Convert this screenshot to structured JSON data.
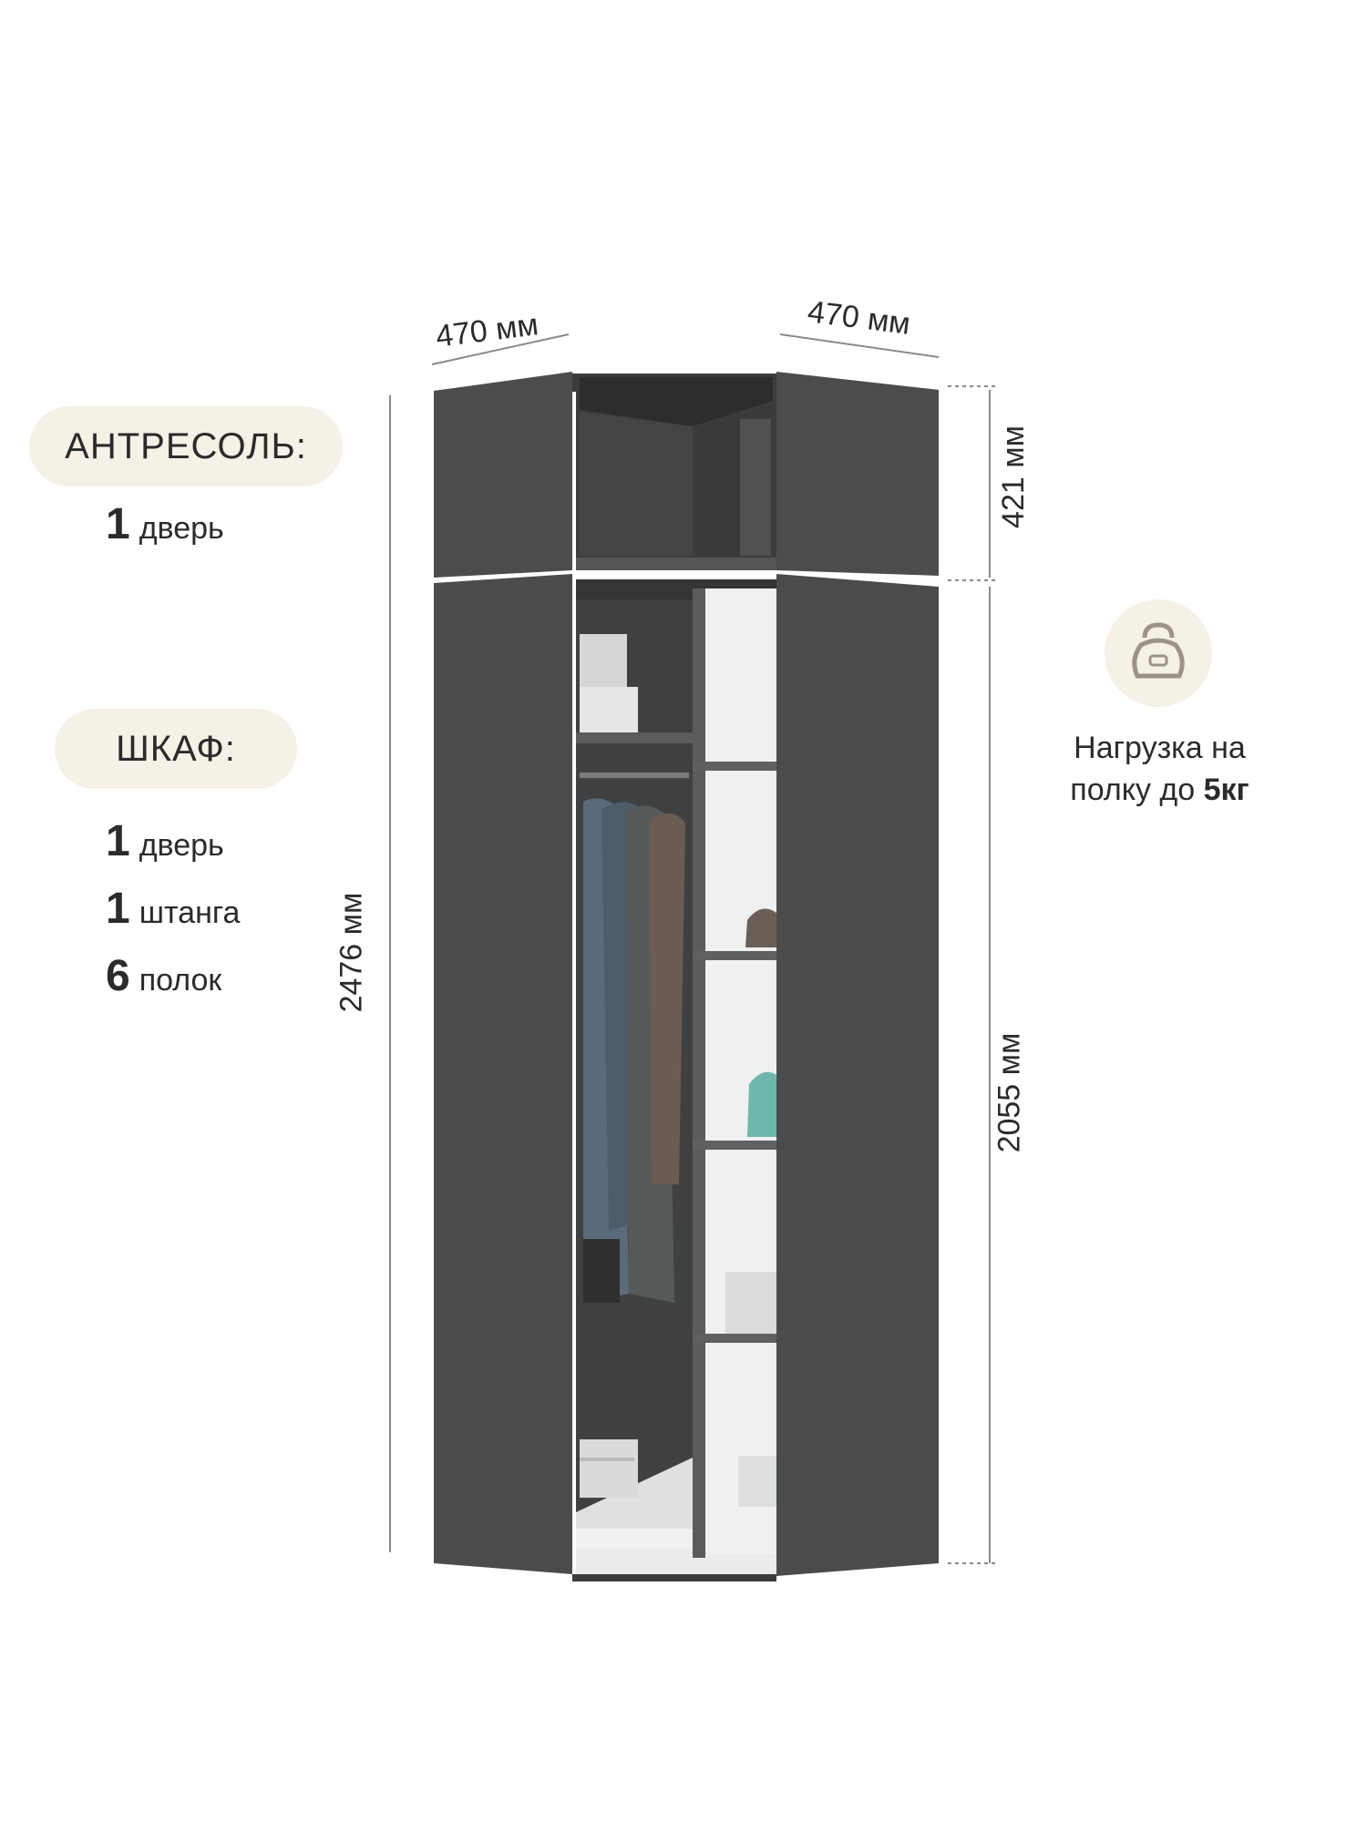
{
  "left_panel": {
    "mezzanine_label": "АНТРЕСОЛЬ:",
    "mezzanine_specs": [
      {
        "num": "1",
        "word": "дверь"
      }
    ],
    "wardrobe_label": "ШКАФ:",
    "wardrobe_specs": [
      {
        "num": "1",
        "word": "дверь"
      },
      {
        "num": "1",
        "word": "штанга"
      },
      {
        "num": "6",
        "word": "полок"
      }
    ]
  },
  "dimensions": {
    "left_width": "470 мм",
    "right_width": "470 мм",
    "total_height": "2476 мм",
    "mezzanine_height": "421 мм",
    "wardrobe_height": "2055 мм"
  },
  "load_info": {
    "icon": "kettlebell-icon",
    "text_line1": "Нагрузка на",
    "text_line2_prefix": "полку до ",
    "text_line2_bold": "5кг"
  },
  "colors": {
    "body": "#4a4b4d",
    "pill_bg": "#f6f1e7",
    "interior_light": "#e9ebec"
  }
}
